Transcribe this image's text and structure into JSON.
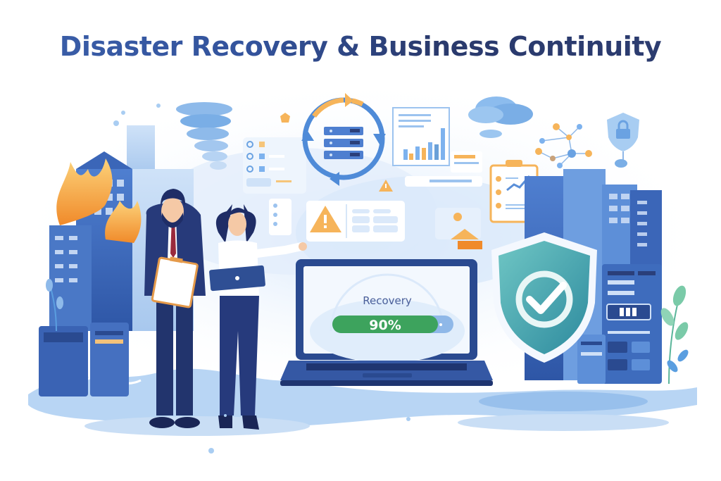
{
  "title": "Disaster Recovery & Business Continuity",
  "laptop_screen": {
    "label": "Recovery",
    "progress_text": "90%",
    "progress_value": 90
  },
  "colors": {
    "title_start": "#3b5faa",
    "title_end": "#2a3a6d",
    "progress_green": "#3da35d",
    "progress_track": "#8fb8e8",
    "navy": "#1f2d66",
    "shield_teal": "#3a9aa3",
    "accent_orange": "#f6a84a",
    "fire_orange": "#f5a23a",
    "sky_blue": "#a9cdf2"
  },
  "illustration": {
    "left_scene": [
      "burning-buildings",
      "server-racks",
      "flood-water",
      "tornado"
    ],
    "center_scene": [
      "backup-sync-cycle",
      "bar-chart-report",
      "warning-dialog",
      "checklist-panels"
    ],
    "right_scene": [
      "cloud",
      "network-nodes",
      "lock-shield",
      "clipboard-checklist",
      "security-shield-check",
      "data-center-servers",
      "plants"
    ],
    "people": [
      "businessman-with-clipboard",
      "businesswoman-with-laptop"
    ]
  }
}
